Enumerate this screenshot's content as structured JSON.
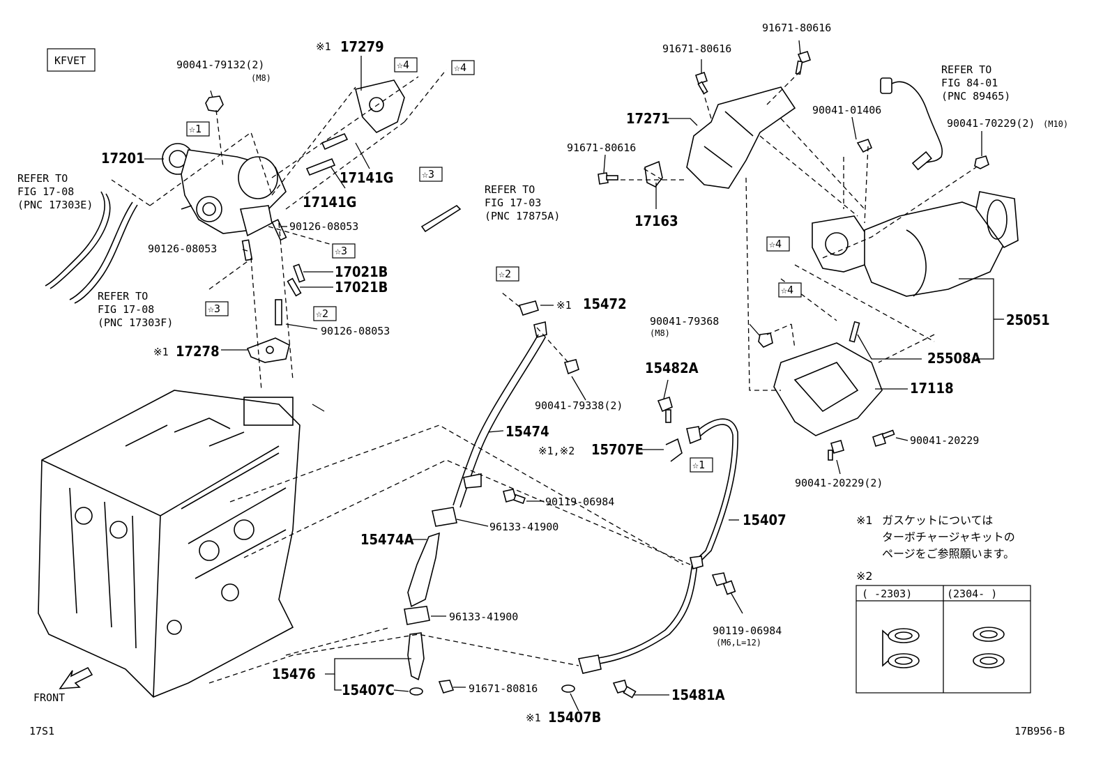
{
  "header": {
    "model_code": "KFVET"
  },
  "footer": {
    "page_code": "17S1",
    "figure_id": "17B956-B",
    "front": "FRONT"
  },
  "marks": {
    "star1": "☆1",
    "star2": "☆2",
    "star3": "☆3",
    "star4": "☆4",
    "note1": "※1",
    "note2": "※2",
    "note12": "※1,※2"
  },
  "labels": {
    "p90041_79132": "90041-79132(2)",
    "m8a": "(M8)",
    "p17279": "17279",
    "p17201": "17201",
    "p17141g_a": "17141G",
    "p17141g_b": "17141G",
    "p90126_08053_a": "90126-08053",
    "p90126_08053_b": "90126-08053",
    "p90126_08053_c": "90126-08053",
    "p17021b_a": "17021B",
    "p17021b_b": "17021B",
    "p17278": "17278",
    "p91671_80616_a": "91671-80616",
    "p91671_80616_b": "91671-80616",
    "p91671_80616_c": "91671-80616",
    "p17271": "17271",
    "p17163": "17163",
    "p90041_01406": "90041-01406",
    "p90041_70229": "90041-70229(2)",
    "m10": "(M10)",
    "p25051": "25051",
    "p25508a": "25508A",
    "p90041_79368": "90041-79368",
    "m8b": "(M8)",
    "p17118": "17118",
    "p90041_20229": "90041-20229",
    "p90041_20229_2": "90041-20229(2)",
    "p15472": "15472",
    "p90041_79338": "90041-79338(2)",
    "p15474": "15474",
    "p15482a": "15482A",
    "p15707e": "15707E",
    "p90119_06984_a": "90119-06984",
    "p96133_41900_a": "96133-41900",
    "p15474a": "15474A",
    "p15407": "15407",
    "p96133_41900_b": "96133-41900",
    "p90119_06984_b": "90119-06984",
    "m6": "(M6,L=12)",
    "p15476": "15476",
    "p15407c": "15407C",
    "p91671_80816": "91671-80816",
    "p15481a": "15481A",
    "p15407b": "15407B"
  },
  "references": {
    "ref_17303e": [
      "REFER TO",
      "FIG 17-08",
      "(PNC 17303E)"
    ],
    "ref_17303f": [
      "REFER TO",
      "FIG 17-08",
      "(PNC 17303F)"
    ],
    "ref_17875a": [
      "REFER TO",
      "FIG 17-03",
      "(PNC 17875A)"
    ],
    "ref_89465": [
      "REFER TO",
      "FIG 84-01",
      "(PNC 89465)"
    ]
  },
  "notes": {
    "note1_lines": [
      "ガスケットについては",
      "ターボチャージャキットの",
      "ページをご参照願います。"
    ],
    "table_headers": [
      "(    -2303)",
      "(2304-    )"
    ]
  }
}
